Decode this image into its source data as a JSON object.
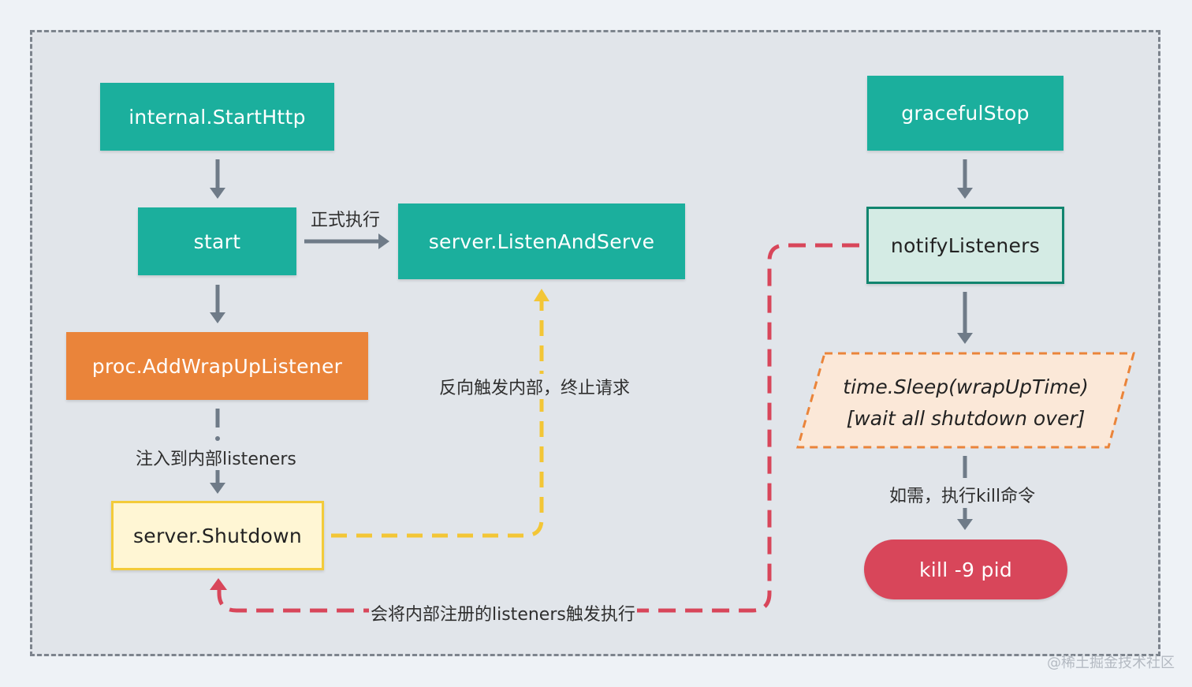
{
  "nodes": {
    "start_http": "internal.StartHttp",
    "start": "start",
    "listen_and_serve": "server.ListenAndServe",
    "add_wrapup_listener": "proc.AddWrapUpListener",
    "server_shutdown": "server.Shutdown",
    "graceful_stop": "gracefulStop",
    "notify_listeners": "notifyListeners",
    "time_sleep_line1": "time.Sleep(wrapUpTime)",
    "time_sleep_line2": "[wait all shutdown over]",
    "kill": "kill -9 pid"
  },
  "labels": {
    "formal_execute": "正式执行",
    "reverse_trigger": "反向触发内部，终止请求",
    "inject_listeners": "注入到内部listeners",
    "trigger_listeners": "会将内部注册的listeners触发执行",
    "kill_if_needed": "如需，执行kill命令"
  },
  "watermark": "@稀土掘金技术社区",
  "colors": {
    "teal": "#1baf9d",
    "orange": "#ea843a",
    "yellow_border": "#f3cb3a",
    "red": "#d8465a",
    "arrow_gray": "#6f7b88"
  }
}
